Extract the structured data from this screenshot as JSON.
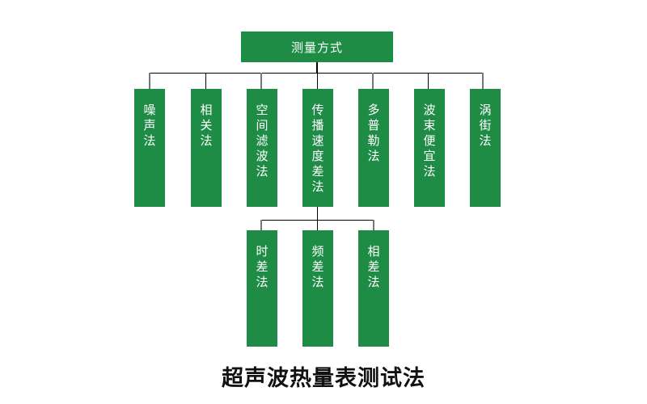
{
  "diagram": {
    "root": "测量方式",
    "methods": [
      {
        "label": "噪声法"
      },
      {
        "label": "相关法"
      },
      {
        "label": "空间滤波法"
      },
      {
        "label": "传播速度差法"
      },
      {
        "label": "多普勒法"
      },
      {
        "label": "波束便宜法"
      },
      {
        "label": "涡街法"
      }
    ],
    "sub_methods_parent": "传播速度差法",
    "sub_methods": [
      {
        "label": "时差法"
      },
      {
        "label": "频差法"
      },
      {
        "label": "相差法"
      }
    ],
    "caption": "超声波热量表测试法",
    "colors": {
      "box": "#1e8c45",
      "text": "#ffffff",
      "connector": "#000000"
    }
  }
}
